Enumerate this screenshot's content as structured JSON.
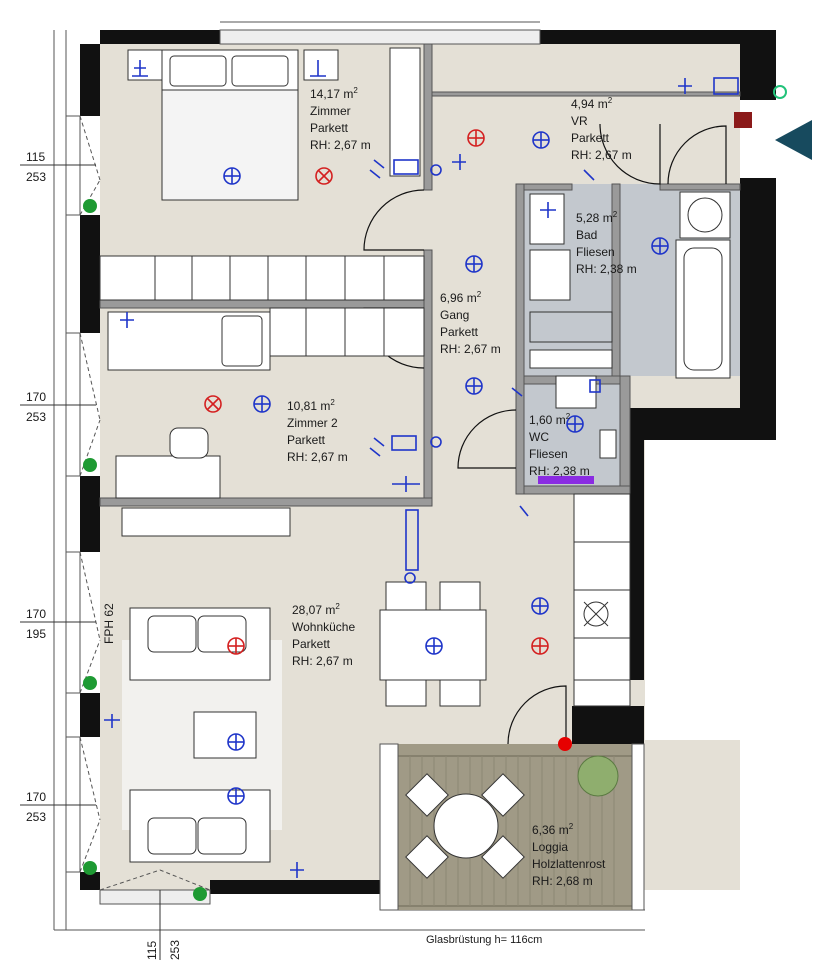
{
  "rooms": [
    {
      "id": "zimmer",
      "area": "14,17 m",
      "sup": "2",
      "name": "Zimmer",
      "floor": "Parkett",
      "height": "RH: 2,67 m"
    },
    {
      "id": "vr",
      "area": "4,94 m",
      "sup": "2",
      "name": "VR",
      "floor": "Parkett",
      "height": "RH: 2,67 m"
    },
    {
      "id": "bad",
      "area": "5,28 m",
      "sup": "2",
      "name": "Bad",
      "floor": "Fliesen",
      "height": "RH: 2,38 m"
    },
    {
      "id": "gang",
      "area": "6,96 m",
      "sup": "2",
      "name": "Gang",
      "floor": "Parkett",
      "height": "RH: 2,67 m"
    },
    {
      "id": "zimmer2",
      "area": "10,81 m",
      "sup": "2",
      "name": "Zimmer 2",
      "floor": "Parkett",
      "height": "RH: 2,67 m"
    },
    {
      "id": "wc",
      "area": "1,60 m",
      "sup": "2",
      "name": "WC",
      "floor": "Fliesen",
      "height": "RH: 2,38 m"
    },
    {
      "id": "wohnkueche",
      "area": "28,07 m",
      "sup": "2",
      "name": "Wohnküche",
      "floor": "Parkett",
      "height": "RH: 2,67 m"
    },
    {
      "id": "loggia",
      "area": "6,36 m",
      "sup": "2",
      "name": "Loggia",
      "floor": "Holzlattenrost",
      "height": "RH: 2,68 m"
    }
  ],
  "dimensions": {
    "w1_width": "115",
    "w1_height": "253",
    "w2_width": "170",
    "w2_height": "253",
    "w3_width": "170",
    "w3_height": "195",
    "w4_width": "170",
    "w4_height": "253",
    "door_width": "115",
    "door_height": "253"
  },
  "fph_label": "FPH 62",
  "railing_note": "Glasbrüstung h= 116cm",
  "colors": {
    "floor": "#e4e0d6",
    "tile": "#c3c8ce",
    "wall": "#111111",
    "electrical": "#1f35c9",
    "heating": "#d42020",
    "loggia_deck": "#a09a86",
    "window_marker": "#1e9a33",
    "entry_arrow": "#174a5e"
  }
}
